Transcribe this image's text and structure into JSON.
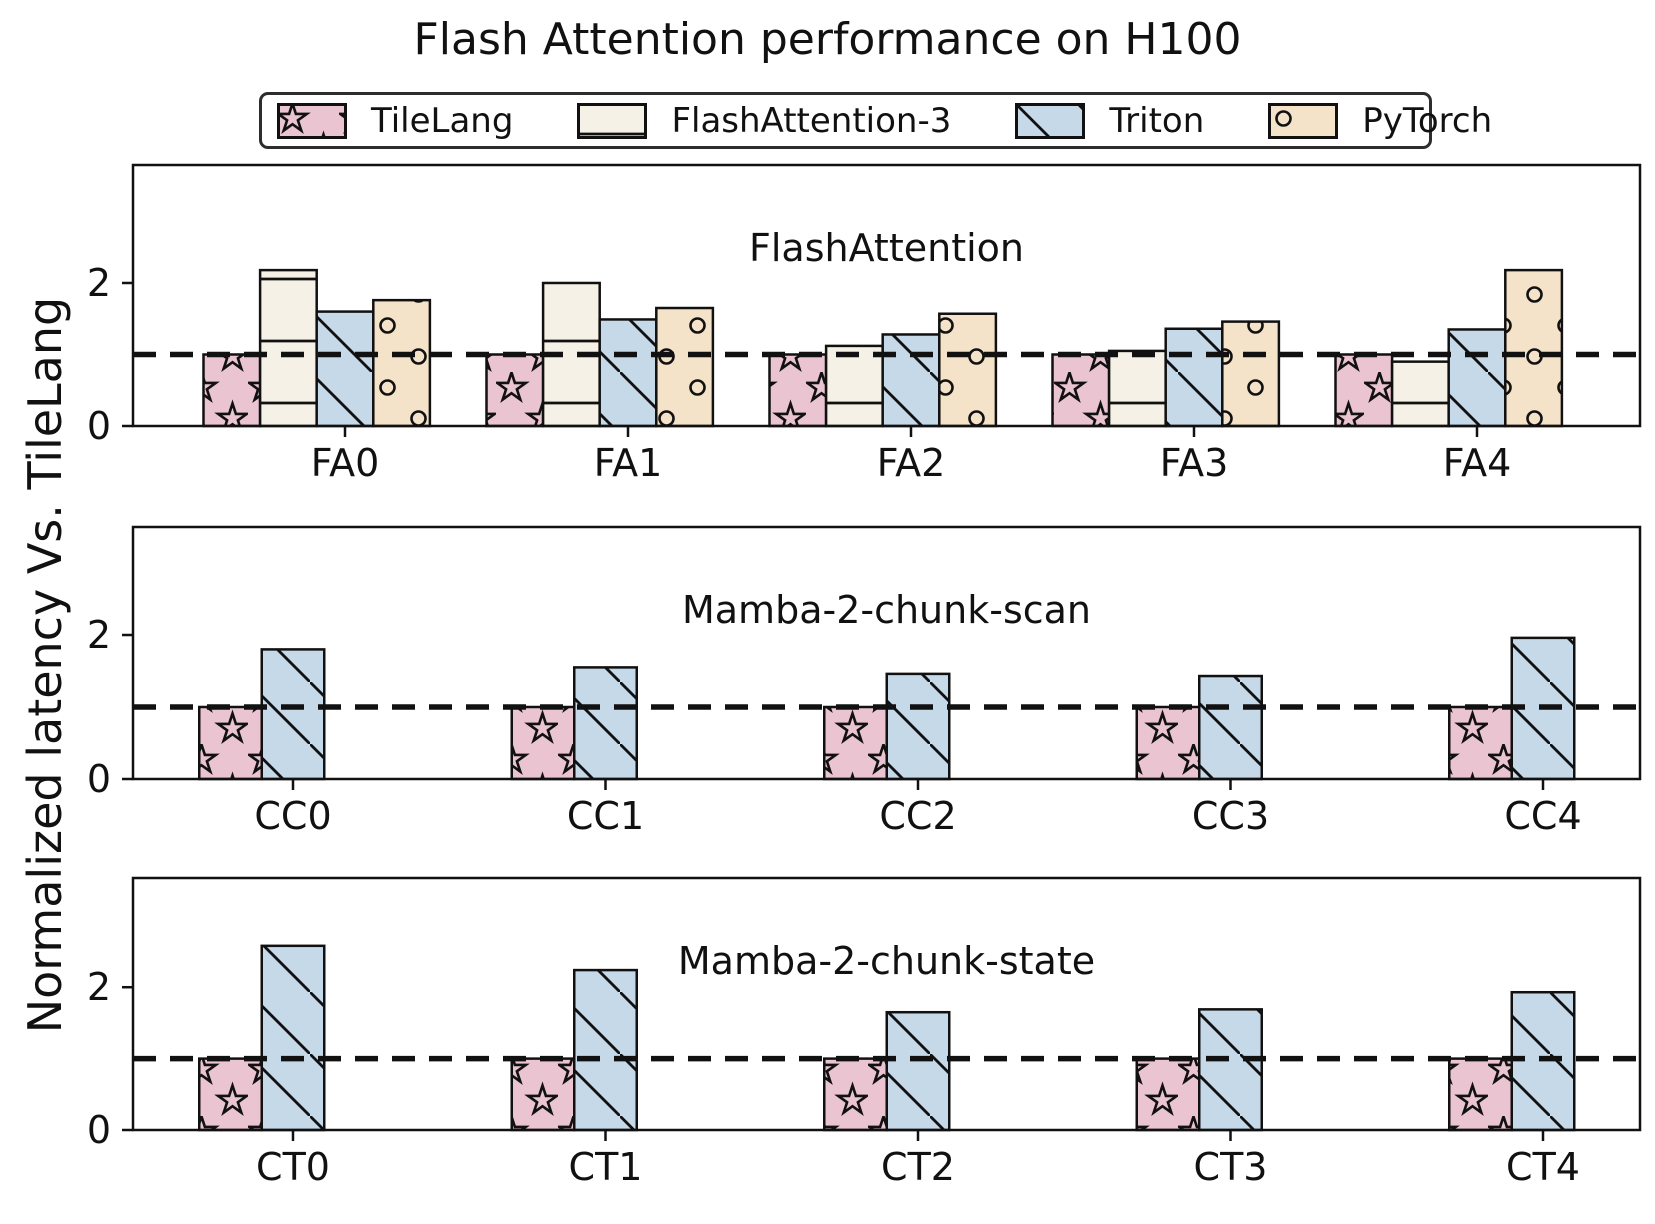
{
  "title": "Flash Attention performance on H100",
  "ylabel": "Normalized latency Vs. TileLang",
  "edge_color": "#111111",
  "ref_line_color": "#111111",
  "legend": {
    "items": [
      {
        "label": "TileLang",
        "color": "#eac4d0",
        "hatch": "star"
      },
      {
        "label": "FlashAttention-3",
        "color": "#f5f1e6",
        "hatch": "hlines"
      },
      {
        "label": "Triton",
        "color": "#c6d9e9",
        "hatch": "diag"
      },
      {
        "label": "PyTorch",
        "color": "#f4e3c8",
        "hatch": "circles"
      }
    ]
  },
  "chart_data": [
    {
      "type": "bar",
      "panel_title": "FlashAttention",
      "categories": [
        "FA0",
        "FA1",
        "FA2",
        "FA3",
        "FA4"
      ],
      "yticks": [
        0,
        2
      ],
      "ylim": [
        0,
        3.65
      ],
      "ref_line": 1.0,
      "grid": false,
      "series": [
        {
          "name": "TileLang",
          "color": "#eac4d0",
          "hatch": "star",
          "values": [
            1.0,
            1.0,
            1.0,
            1.0,
            1.0
          ]
        },
        {
          "name": "FlashAttention-3",
          "color": "#f5f1e6",
          "hatch": "hlines",
          "values": [
            2.18,
            2.0,
            1.12,
            1.05,
            0.9
          ]
        },
        {
          "name": "Triton",
          "color": "#c6d9e9",
          "hatch": "diag",
          "values": [
            1.6,
            1.49,
            1.28,
            1.36,
            1.35
          ]
        },
        {
          "name": "PyTorch",
          "color": "#f4e3c8",
          "hatch": "circles",
          "values": [
            1.76,
            1.65,
            1.57,
            1.46,
            2.18
          ]
        }
      ]
    },
    {
      "type": "bar",
      "panel_title": "Mamba-2-chunk-scan",
      "categories": [
        "CC0",
        "CC1",
        "CC2",
        "CC3",
        "CC4"
      ],
      "yticks": [
        0,
        2
      ],
      "ylim": [
        0,
        3.5
      ],
      "ref_line": 1.0,
      "grid": false,
      "series": [
        {
          "name": "TileLang",
          "color": "#eac4d0",
          "hatch": "star",
          "values": [
            1.0,
            1.0,
            1.0,
            1.0,
            1.0
          ]
        },
        {
          "name": "Triton",
          "color": "#c6d9e9",
          "hatch": "diag",
          "values": [
            1.8,
            1.55,
            1.46,
            1.43,
            1.96
          ]
        }
      ]
    },
    {
      "type": "bar",
      "panel_title": "Mamba-2-chunk-state",
      "categories": [
        "CT0",
        "CT1",
        "CT2",
        "CT3",
        "CT4"
      ],
      "yticks": [
        0,
        2
      ],
      "ylim": [
        0,
        3.53
      ],
      "ref_line": 1.0,
      "grid": false,
      "series": [
        {
          "name": "TileLang",
          "color": "#eac4d0",
          "hatch": "star",
          "values": [
            1.0,
            1.0,
            1.0,
            1.0,
            1.0
          ]
        },
        {
          "name": "Triton",
          "color": "#c6d9e9",
          "hatch": "diag",
          "values": [
            2.58,
            2.24,
            1.65,
            1.69,
            1.93
          ]
        }
      ]
    }
  ]
}
